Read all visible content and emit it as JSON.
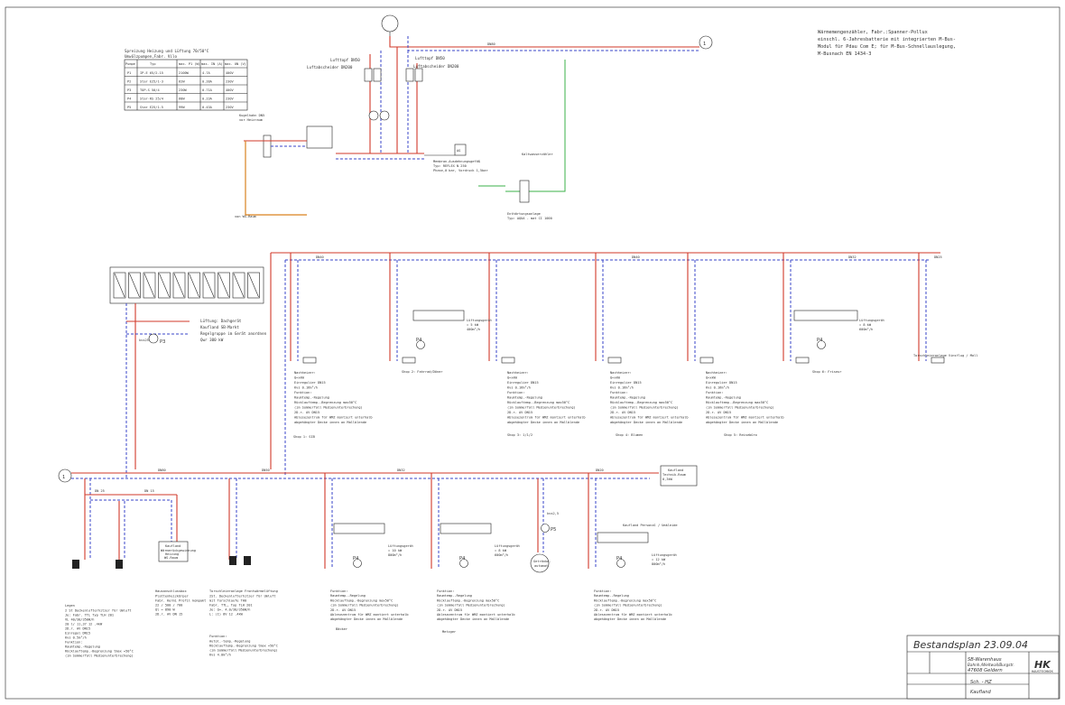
{
  "pump_table": {
    "title_line1": "Spreizung Heizung und Lüftung 70/50°C",
    "title_line2": "Umwälzpumpen,Fabr. Vilo",
    "headers": [
      "Pumpe",
      "Typ",
      "max. P1 (W)",
      "max. IN (A)",
      "max. UN (V)"
    ],
    "rows": [
      [
        "P1",
        "IP-E 65/2-15",
        "2100W",
        "4.7A",
        "400V"
      ],
      [
        "P2",
        "Star E25/1-3",
        "62W",
        "0.28A",
        "230V"
      ],
      [
        "P3",
        "TOP-S 50/4",
        "230W",
        "0.71A",
        "400V"
      ],
      [
        "P4",
        "Star-RS 25/4",
        "68W",
        "0.23A",
        "230V"
      ],
      [
        "P5",
        "Star E25/1-5",
        "99W",
        "0.43A",
        "230V"
      ]
    ]
  },
  "heat_meter_note": [
    "Wärmemengenzähler, Fabr.:Spanner-Pollux",
    "einschl. 6-Jahresbatterie mit integrierten M-Bus-",
    "Modul für Pdau Com E; für M-Bus-Schnellauslegung,",
    "M-Busnach EN 1434-3"
  ],
  "top_labels": {
    "dn80": "DN80",
    "luftopf1": "Lufttopf DN50",
    "luftab1": "Luftabscheider DN200",
    "luftopf2": "Lufttopf DN50",
    "luftab2": "Luftabscheider DN200",
    "kugelhahn": "Kugelhahn DN5",
    "kugelhahn_2": "vor Heizraum",
    "membran": "Membran-Ausdehnungsgefäß",
    "membran_2": "Typ: REFLEX N 250",
    "membran_3": "Phase,0 bar, Vordruck 1,5bar",
    "enthaertung": "Enthärtungsanlage",
    "enthaertung_2": "Typ: AQUA - mat CI 1000",
    "ag": "AG",
    "von_ws": "von WS-Raum",
    "kaltw": "Kaltwasserzähler",
    "connector": "1"
  },
  "luftung": {
    "title": "Lüftung: Dachgerät",
    "line2": "Kaufland SB-Markt",
    "line3": "Regelgruppe im Gerät anordnen",
    "line4": "Qwr 300 kW",
    "pump": "P3",
    "kvs": "kvs25"
  },
  "upper_labels": {
    "dn40": "DN40",
    "dn40b": "DN40",
    "dn32": "DN32",
    "dn25": "DN25",
    "shop1": "Shop 1: SIB",
    "shop2": "Shop 2: Fahrrad/Döner",
    "shop3": "Shop 3: 1/1/2",
    "shop4": "Shop 4: Blumen",
    "shop5": "Shop 5: Reisebüro",
    "shop6": "Shop 6: Friseur",
    "p4": "P4",
    "p4b": "P4",
    "lg1": "Lüftungsgerät",
    "lg1b": "= 5 kW",
    "lg1c": "400m³/h",
    "lg2": "Lüftungsgerät",
    "lg2b": "= 8 kW",
    "lg2c": "600m³/h",
    "torluft": "Torschleieranlage Vinsflug / Mall"
  },
  "nachheizer_texts": [
    "Nachheizer:",
    "Q=xkW",
    "Einregulier DN15",
    "Kvs 0.16m³/h",
    "Funktion:",
    "Raumtemp.-Regelung",
    "Rücklauftemp.-Begrenzung max50°C",
    "(im Sommerfall Medienunterbrechung)",
    "2D.r. AV DN15",
    "Ablesezentrum für WMZ montiert unterhalb",
    "abgehängter Decke innen an Mallblende"
  ],
  "lower_labels": {
    "dn80": "DN80",
    "dn50": "DN50",
    "dn32": "DN32",
    "dn20": "DN20",
    "dn25": "DN 25",
    "dn15": "DN 15",
    "connector": "1",
    "kaufland_wr": "Kaufland",
    "kaufland_wr2": "Wärmerückgewinnung",
    "kaufland_wr3": "Heizung",
    "kaufland_wr4": "WS-Raum",
    "kaufland_r": "Kaufland",
    "kaufland_r2": "Technik-Raum",
    "kaufland_r3": "0,3kW",
    "p4_1": "P4",
    "p4_2": "P4",
    "p4_3": "P4",
    "p5": "P5",
    "lg_a": "Lüftungsgerät",
    "lg_a2": "= 10 kW",
    "lg_a3": "800m³/h",
    "lg_b": "Lüftungsgerät",
    "lg_b2": "= 8 kW",
    "lg_b3": "600m³/h",
    "lg_c": "Lüftungsgerät",
    "lg_c2": "= 12 kW",
    "lg_c3": "800m³/h",
    "kaufland_pu": "Kaufland Personal / Umkleide",
    "backer": "Bäcker",
    "metzger": "Metzger",
    "getr": "Getränke-",
    "getr2": "automat",
    "kvs": "kvs2,5"
  },
  "legend_blocks": [
    {
      "title": "Legen",
      "lines": [
        "2 St Deckenlufterhitzer für Umluft",
        "Je: Fabr. TTL Typ TLH 201",
        "VL 40/30/350W/h",
        "20 l/ 11,37 12 .4kW",
        "2D.r. AV DN15",
        "Einregul DN15",
        "Kvs 0.5m³/h",
        "Funktion:",
        "Raumtemp.-Regelung",
        "Rücklauftemp.-Begrenzung  tmax =50°C",
        "(im Sommerfall Medienunterbrechung)"
      ]
    },
    {
      "title": "Hausanschlussbox",
      "lines": [
        "Plattenheizkörper",
        "Fabr. Kermi Profil kompakt",
        "22 / 500 / 700",
        "Ql = 890 W",
        "2D.r. AV DN 15"
      ]
    },
    {
      "title": "Torschleieranlage Frontwärmelüftung",
      "lines": [
        "2St. Deckenlufterhitzer für Umluft",
        "mit Torschlaufe TH0",
        "Fabr. TTL, Typ TLH 201",
        "Je: Q=. 4.0/30/350W/h",
        "L: (I) 8V 12 .4kW"
      ]
    },
    {
      "title": "Funktion:",
      "lines": [
        "Autol.-temp.-Regelung",
        "Rücklauftemp.-Begrenzung  tmax =50°C",
        "(im Sommerfall Medienunterbrechung)",
        "Kvs 4.0m³/h"
      ]
    }
  ],
  "title_block": {
    "plan": "Bestandsplan 23.09.04",
    "project_1": "SB-Warenhaus",
    "project_2": "Bahnh./Weltwall/Burgstr.",
    "project_3": "47608 Geldern",
    "drawing_1": "Sch. - HZ",
    "drawing_2": "Kaufland",
    "logo": "HK",
    "logo_sub": "HAUSTECHNIK"
  },
  "colors": {
    "supply": "#d23a2a",
    "return": "#3a45c8",
    "cold": "#3bb24a",
    "gas": "#d9821f"
  }
}
